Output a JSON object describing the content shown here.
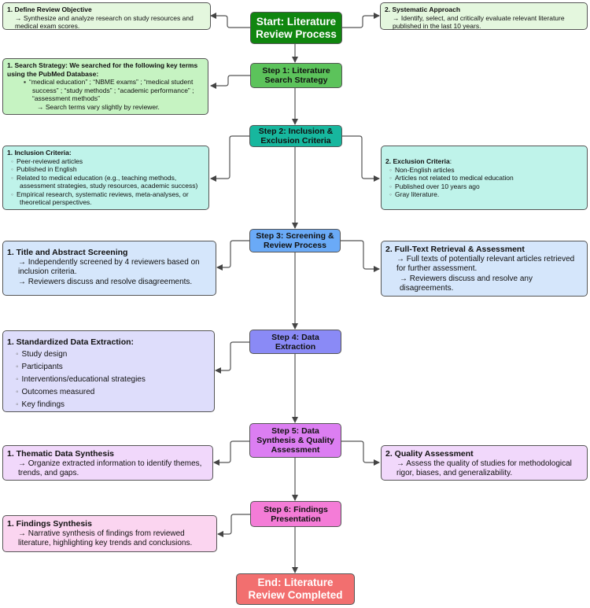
{
  "colors": {
    "start": "#10860f",
    "step1": "#5cc35b",
    "step2": "#17b79e",
    "step3": "#6aaaf7",
    "step4": "#8a8af6",
    "step5": "#dc7ef2",
    "step6": "#f47cd7",
    "end": "#f26f6f",
    "lightgreen": "#e4f7de",
    "green2": "#c6f3c2",
    "teal": "#bff3ea",
    "blue": "#d5e6fb",
    "lavender": "#deddfb",
    "purple": "#f1d8fb",
    "pink": "#fbd5f0"
  },
  "steps": {
    "start": "Start: Literature Review Process",
    "step1": "Step 1: Literature Search Strategy",
    "step2": "Step 2: Inclusion & Exclusion Criteria",
    "step3": "Step 3: Screening & Review Process",
    "step4": "Step 4: Data Extraction",
    "step5": "Step 5: Data Synthesis & Quality Assessment",
    "step6": "Step 6: Findings Presentation",
    "end": "End: Literature Review Completed"
  },
  "objective": {
    "title": "1. Define Review Objective",
    "text": "→ Synthesize and analyze research on study resources and medical exam scores."
  },
  "systematic": {
    "title": "2. Systematic Approach",
    "text": "→ Identify, select, and critically evaluate relevant literature published in the last 10 years."
  },
  "search": {
    "title": "1. Search Strategy: We searched for the following key terms using the PubMed Database:",
    "terms": "“medical education” ; “NBME exams” ; “medical student success” ; “study methods” ; “academic performance” ; “assessment methods”",
    "note": "→ Search terms vary slightly by reviewer."
  },
  "inclusion": {
    "title": "1. Inclusion Criteria:",
    "items": [
      "Peer-reviewed articles",
      "Published in English",
      "Related to medical education (e.g., teaching methods, assessment strategies, study resources, academic success)",
      "Empirical research, systematic reviews, meta-analyses, or theoretical perspectives."
    ]
  },
  "exclusion": {
    "title": "2. Exclusion Criteria",
    "title_suffix": ":",
    "items": [
      "Non-English articles",
      "Articles not related to medical education",
      "Published over 10 years ago",
      "Gray literature."
    ]
  },
  "screening": {
    "title": "1. Title and Abstract Screening",
    "line1": "→ Independently screened by 4 reviewers based on inclusion criteria.",
    "line2": "→ Reviewers discuss and resolve disagreements."
  },
  "fulltext": {
    "title": "2. Full-Text Retrieval & Assessment",
    "line1": "→ Full texts of potentially relevant articles retrieved for further assessment.",
    "line2": "→ Reviewers discuss and resolve any disagreements."
  },
  "extraction": {
    "title": "1.  Standardized Data Extraction:",
    "items": [
      "Study design",
      "Participants",
      "Interventions/educational strategies",
      "Outcomes measured",
      "Key findings"
    ]
  },
  "thematic": {
    "title": "1. Thematic Data Synthesis",
    "text": "→ Organize extracted information to identify themes, trends, and gaps."
  },
  "quality": {
    "title": "2. Quality Assessment",
    "text": "→ Assess the quality of studies for methodological rigor, biases, and generalizability."
  },
  "findings": {
    "title": "1. Findings Synthesis",
    "text": "→ Narrative synthesis of findings from reviewed literature, highlighting key trends and conclusions."
  }
}
